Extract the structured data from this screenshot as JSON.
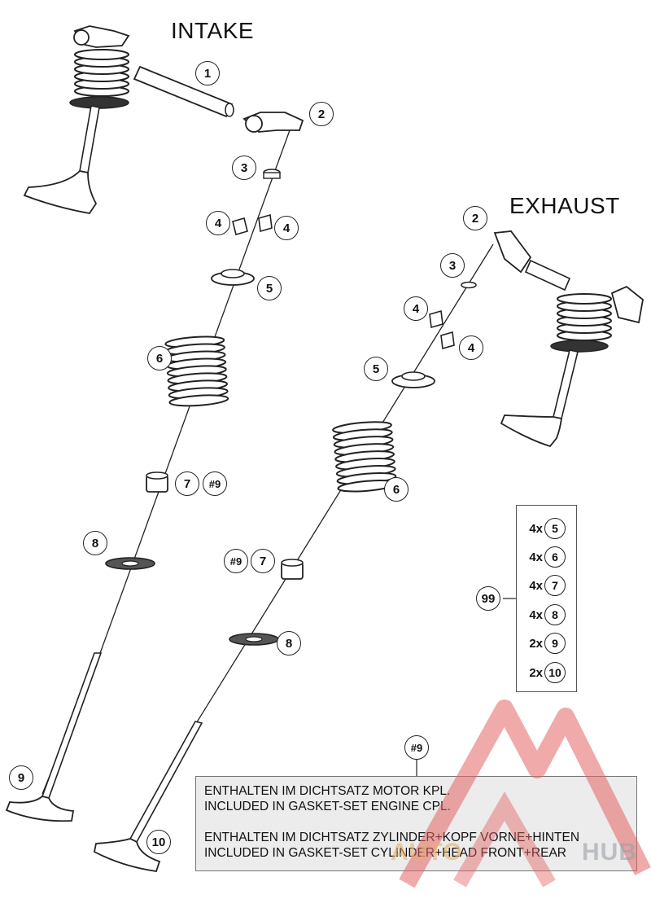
{
  "headings": {
    "intake": "INTAKE",
    "exhaust": "EXHAUST"
  },
  "callouts": {
    "intake": {
      "c1": "1",
      "c2": "2",
      "c3": "3",
      "c4a": "4",
      "c4b": "4",
      "c5": "5",
      "c6": "6",
      "c7": "7",
      "c7ref": "#9",
      "c8": "8",
      "c9": "9",
      "c10": "10"
    },
    "exhaust": {
      "c2": "2",
      "c3": "3",
      "c4a": "4",
      "c4b": "4",
      "c5": "5",
      "c6": "6",
      "c7ref": "#9",
      "c7": "7",
      "c8": "8"
    },
    "kit": "99",
    "note_ref": "#9"
  },
  "kit_contents": [
    {
      "qty": "4x",
      "part": "5"
    },
    {
      "qty": "4x",
      "part": "6"
    },
    {
      "qty": "4x",
      "part": "7"
    },
    {
      "qty": "4x",
      "part": "8"
    },
    {
      "qty": "2x",
      "part": "9"
    },
    {
      "qty": "2x",
      "part": "10"
    }
  ],
  "note": {
    "line1": "ENTHALTEN IM DICHTSATZ MOTOR KPL.",
    "line2": "INCLUDED IN GASKET-SET ENGINE CPL.",
    "line3": "ENTHALTEN IM DICHTSATZ ZYLINDER+KOPF VORNE+HINTEN",
    "line4": "INCLUDED IN GASKET-SET CYLINDER+HEAD FRONT+REAR"
  },
  "watermark": {
    "text_left": "AUTO",
    "text_right": "HUB"
  },
  "colors": {
    "line": "#222222",
    "note_bg": "#ececec",
    "watermark": "#e46464"
  }
}
